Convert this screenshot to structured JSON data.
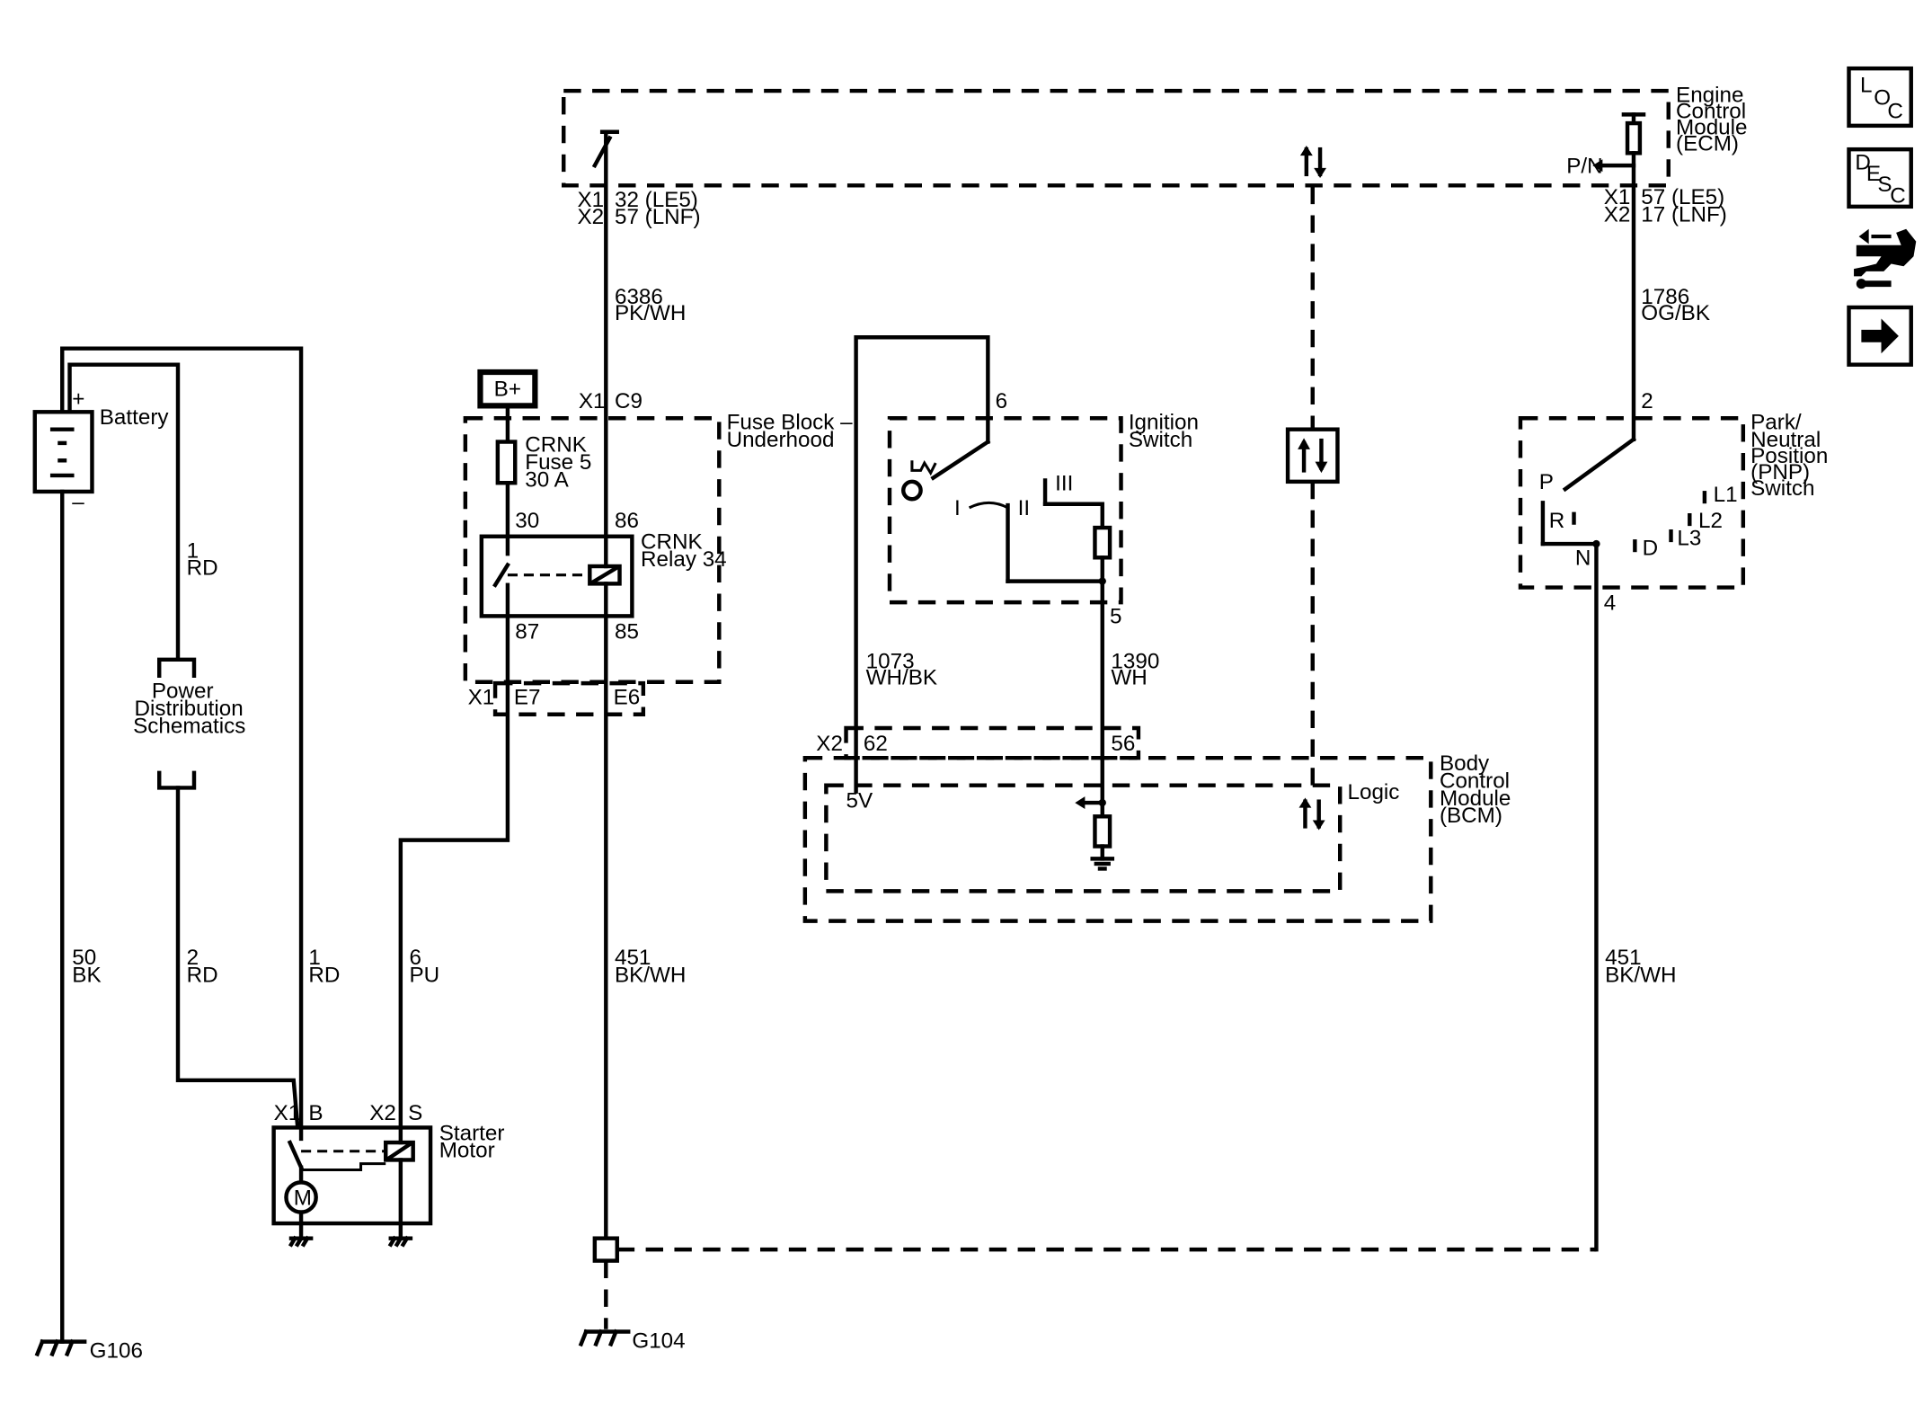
{
  "modules": {
    "ecm": [
      "Engine",
      "Control",
      "Module",
      "(ECM)"
    ],
    "fuse_block": [
      "Fuse Block –",
      "Underhood"
    ],
    "ignition_switch": [
      "Ignition",
      "Switch"
    ],
    "bcm": [
      "Body",
      "Control",
      "Module",
      "(BCM)"
    ],
    "bcm_logic": "Logic",
    "pnp_switch": [
      "Park/",
      "Neutral",
      "Position",
      "(PNP)",
      "Switch"
    ],
    "battery": "Battery",
    "starter_motor": [
      "Starter",
      "Motor"
    ],
    "power_distribution": [
      "Power",
      "Distribution",
      "Schematics"
    ]
  },
  "components": {
    "b_plus": "B+",
    "fuse": [
      "CRNK",
      "Fuse 5",
      "30 A"
    ],
    "relay": [
      "CRNK",
      "Relay 34"
    ],
    "motor": "M",
    "battery_plus": "+",
    "battery_minus": "–",
    "ignition_positions": [
      "I",
      "II",
      "III"
    ],
    "pnp_positions": [
      "P",
      "R",
      "N",
      "D",
      "L3",
      "L2",
      "L1"
    ],
    "bcm_5v": "5V",
    "pn_signal": "P/N"
  },
  "connectors": {
    "ecm_left_connector": "X1",
    "ecm_left_connector_2": "X2",
    "ecm_left_pin": "32 (LE5)",
    "ecm_left_pin_2": "57 (LNF)",
    "ecm_right_connector": "X1",
    "ecm_right_connector_2": "X2",
    "ecm_right_pin": "57 (LE5)",
    "ecm_right_pin_2": "17 (LNF)",
    "fuse_block_top_connector": "X1",
    "fuse_block_top_pin": "C9",
    "fuse_block_bottom_connector": "X1",
    "fuse_block_bottom_pin_1": "E7",
    "fuse_block_bottom_pin_2": "E6",
    "relay_pin_30": "30",
    "relay_pin_86": "86",
    "relay_pin_87": "87",
    "relay_pin_85": "85",
    "ignition_pin_6": "6",
    "ignition_pin_5": "5",
    "bcm_connector": "X2",
    "bcm_pin_62": "62",
    "bcm_pin_56": "56",
    "pnp_pin_2": "2",
    "pnp_pin_4": "4",
    "starter_connector_1": "X1",
    "starter_pin_b": "B",
    "starter_connector_2": "X2",
    "starter_pin_s": "S"
  },
  "wires": {
    "w6386": [
      "6386",
      "PK/WH"
    ],
    "w1786": [
      "1786",
      "OG/BK"
    ],
    "w1_rd_battery": [
      "1",
      "RD"
    ],
    "w1073": [
      "1073",
      "WH/BK"
    ],
    "w1390": [
      "1390",
      "WH"
    ],
    "w50": [
      "50",
      "BK"
    ],
    "w2": [
      "2",
      "RD"
    ],
    "w1_rd_starter": [
      "1",
      "RD"
    ],
    "w6": [
      "6",
      "PU"
    ],
    "w451_left": [
      "451",
      "BK/WH"
    ],
    "w451_right": [
      "451",
      "BK/WH"
    ]
  },
  "grounds": {
    "g106": "G106",
    "g104": "G104"
  },
  "nav": {
    "loc_icon": [
      "L",
      "O",
      "C"
    ],
    "desc_icon": [
      "D",
      "E",
      "S",
      "C"
    ]
  }
}
